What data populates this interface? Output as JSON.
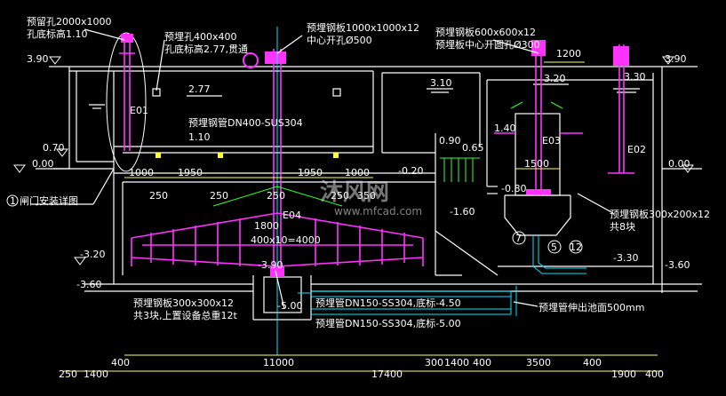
{
  "annotations": {
    "a1": "预留孔2000x1000",
    "a2": "孔底标高1.10",
    "a3": "预埋孔400x400",
    "a4": "孔底标高2.77,贯通",
    "a5": "预埋钢板1000x1000x12",
    "a6": "中心开孔Ø500",
    "a7": "预埋钢板600x600x12",
    "a8": "预埋板中心开圆孔Ø300",
    "a9": "预埋钢管DN400-SUS304",
    "a10": "闸门安装详图",
    "a11": "预埋钢板300x200x12",
    "a12": "共8块",
    "a13": "预埋钢板300x300x12",
    "a14": "共3块,上置设备总重12t",
    "a15": "预埋管DN150-SS304,底标-4.50",
    "a16": "预埋管DN150-SS304,底标-5.00",
    "a17": "预埋管伸出池面500mm"
  },
  "elevations": {
    "e_390_left": "3.90",
    "e_390_right": "3.90",
    "e_277": "2.77",
    "e_310": "3.10",
    "e_320": "3.20",
    "e_330": "3.30",
    "e_110": "1.10",
    "e_140": "1.40",
    "e_070": "0.70",
    "e_000_left": "0.00",
    "e_000_right": "0.00",
    "e_090": "0.90",
    "e_065": "0.65",
    "e_n020": "-0.20",
    "e_n080": "-0.80",
    "e_n160": "-1.60",
    "e_n320": "-3.20",
    "e_n360_left": "-3.60",
    "e_n360_right": "-3.60",
    "e_n330": "-3.30",
    "e_n390": "-3.90",
    "e_n500": "-5.00"
  },
  "dims": {
    "d1000a": "1000",
    "d1950a": "1950",
    "d1950b": "1950",
    "d1000b": "1000",
    "d250a": "250",
    "d250b": "250",
    "d250c": "250",
    "d250d": "250",
    "d350": "350",
    "d1800": "1800",
    "d1500": "1500",
    "d1200": "1200",
    "d400x10": "400x10=4000",
    "b1_400": "400",
    "b1_11000": "11000",
    "b1_300": "300",
    "b1_1400": "1400",
    "b1_400b": "400",
    "b1_3500": "3500",
    "b1_400c": "400",
    "b2_250": "250",
    "b2_1400": "1400",
    "b2_17400": "17400",
    "b2_1900": "1900",
    "b2_400": "400"
  },
  "equipment": {
    "eq1": "E01",
    "eq2": "E04",
    "eq3": "E03",
    "eq4": "E02"
  },
  "markers": {
    "m7": "7",
    "m5": "5",
    "m12": "12",
    "detail": "1"
  },
  "watermark": {
    "brand": "沐风网",
    "url": "www.mfcad.com"
  },
  "colors": {
    "background": "#000000",
    "structure": "#ffffff",
    "equipment": "#ff33ff",
    "dimension": "#ffff66",
    "pipe": "#00e5ff"
  }
}
